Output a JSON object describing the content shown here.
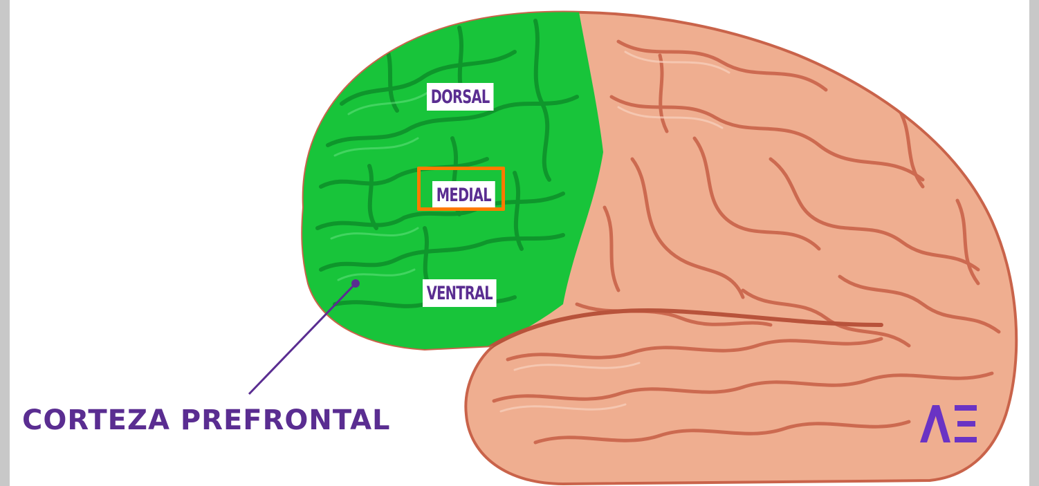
{
  "diagram": {
    "regions": {
      "dorsal": "DORSAL",
      "medial": "MEDIAL",
      "ventral": "VENTRAL"
    },
    "caption": "CORTEZA PREFRONTAL",
    "highlighted_region": "MEDIAL",
    "logo": "AE-logo"
  },
  "colors": {
    "prefrontal": "#18c43a",
    "brain": "#efae90",
    "sulcus": "#c9634a",
    "label_text": "#5a2d91",
    "highlight": "#ff7a00",
    "background": "#ffffff",
    "frame": "#c8c8c8"
  }
}
